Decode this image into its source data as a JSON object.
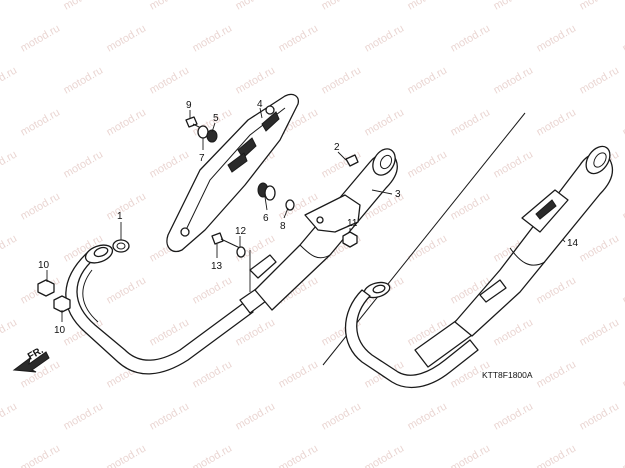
{
  "watermark": "motod.ru",
  "diagram_code": "KTT8F1800A",
  "direction_label": "FR.",
  "callouts": [
    "1",
    "2",
    "3",
    "4",
    "5",
    "6",
    "7",
    "8",
    "9",
    "10",
    "10",
    "11",
    "12",
    "13",
    "14"
  ],
  "colors": {
    "line": "#1a1a1a",
    "watermark": "#d9b4ae",
    "background": "#ffffff"
  }
}
